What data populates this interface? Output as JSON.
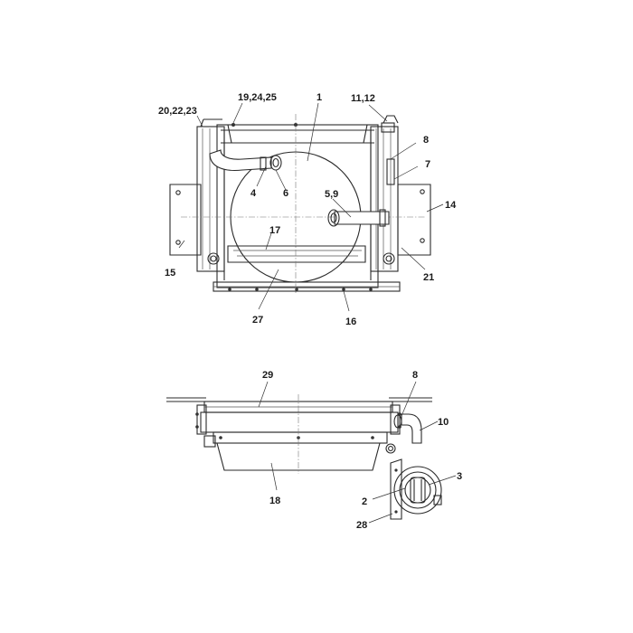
{
  "callouts": {
    "c20_22_23": "20,22,23",
    "c19_24_25": "19,24,25",
    "c1": "1",
    "c11_12": "11,12",
    "c8_top": "8",
    "c7": "7",
    "c4": "4",
    "c6": "6",
    "c5_9": "5,9",
    "c14": "14",
    "c17": "17",
    "c15": "15",
    "c21": "21",
    "c27": "27",
    "c16": "16",
    "c29": "29",
    "c8_bottom": "8",
    "c10": "10",
    "c3": "3",
    "c2": "2",
    "c18": "18",
    "c28": "28"
  },
  "colors": {
    "line": "#2a2a2a",
    "background": "#ffffff"
  }
}
